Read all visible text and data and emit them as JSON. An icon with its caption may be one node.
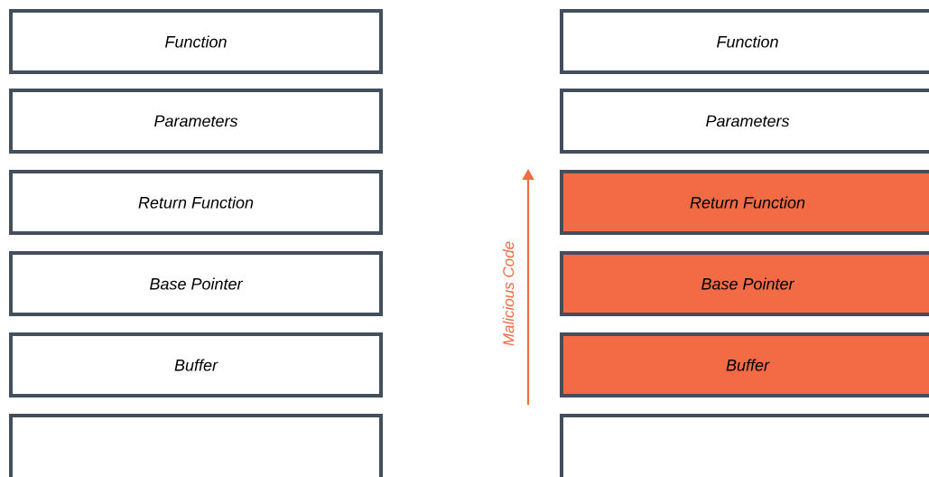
{
  "diagram": {
    "nodes": [
      {
        "text": [
          "Function"
        ]
      },
      {
        "text": [
          "Parameters"
        ]
      },
      {
        "text": [
          "Return Function"
        ]
      },
      {
        "text": [
          "Base Pointer"
        ]
      },
      {
        "text": [
          "Buffer"
        ]
      },
      {
        "text": [],
        "shape": "box"
      },
      {
        "text": [
          "Function"
        ]
      },
      {
        "text": [
          "Parameters"
        ]
      },
      {
        "text": [
          "Return Function"
        ]
      },
      {
        "text": [
          "Base Pointer"
        ]
      },
      {
        "text": [
          "Buffer"
        ]
      },
      {
        "text": [],
        "shape": "box"
      }
    ],
    "labels": [
      "Malicious Code"
    ]
  }
}
